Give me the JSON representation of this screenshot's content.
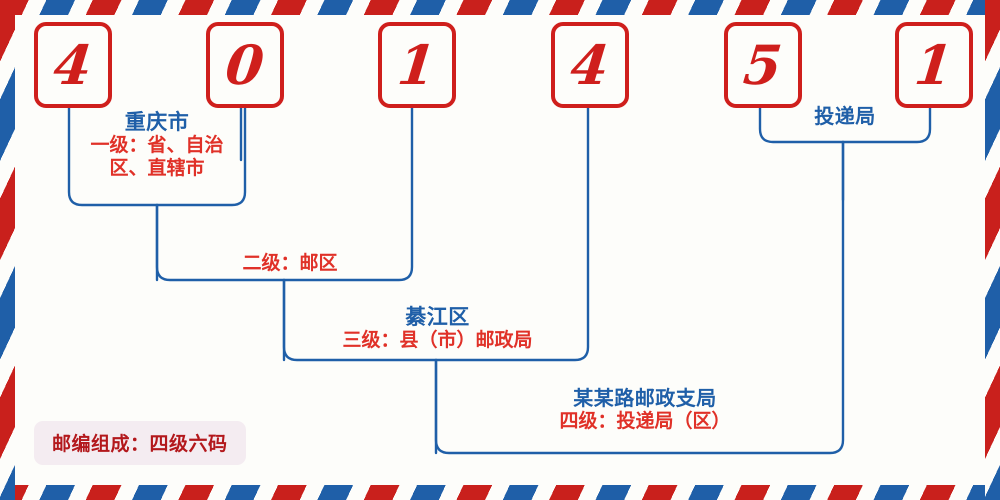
{
  "postcode": {
    "full": "401451",
    "digits": [
      {
        "value": "4",
        "name": "postcode-digit-1"
      },
      {
        "value": "0",
        "name": "postcode-digit-2"
      },
      {
        "value": "1",
        "name": "postcode-digit-3"
      },
      {
        "value": "4",
        "name": "postcode-digit-4"
      },
      {
        "value": "5",
        "name": "postcode-digit-5"
      },
      {
        "value": "1",
        "name": "postcode-digit-6"
      }
    ]
  },
  "levels": {
    "level1": {
      "place": "重庆市",
      "desc": "一级：省、自治区、直辖市"
    },
    "level2": {
      "place": "",
      "desc": "二级：邮区"
    },
    "level3": {
      "place": "綦江区",
      "desc": "三级：县（市）邮政局"
    },
    "level4": {
      "place": "某某路邮政支局",
      "desc": "四级：投递局（区）"
    },
    "delivery": {
      "place": "投递局"
    }
  },
  "footer": {
    "badge": "邮编组成：四级六码"
  },
  "colors": {
    "red": "#cf1f1c",
    "red_text": "#e03128",
    "blue": "#1f5fa8",
    "badge_bg": "#f4ecf1",
    "badge_text": "#b3181c",
    "paper": "#fdfdfa"
  }
}
